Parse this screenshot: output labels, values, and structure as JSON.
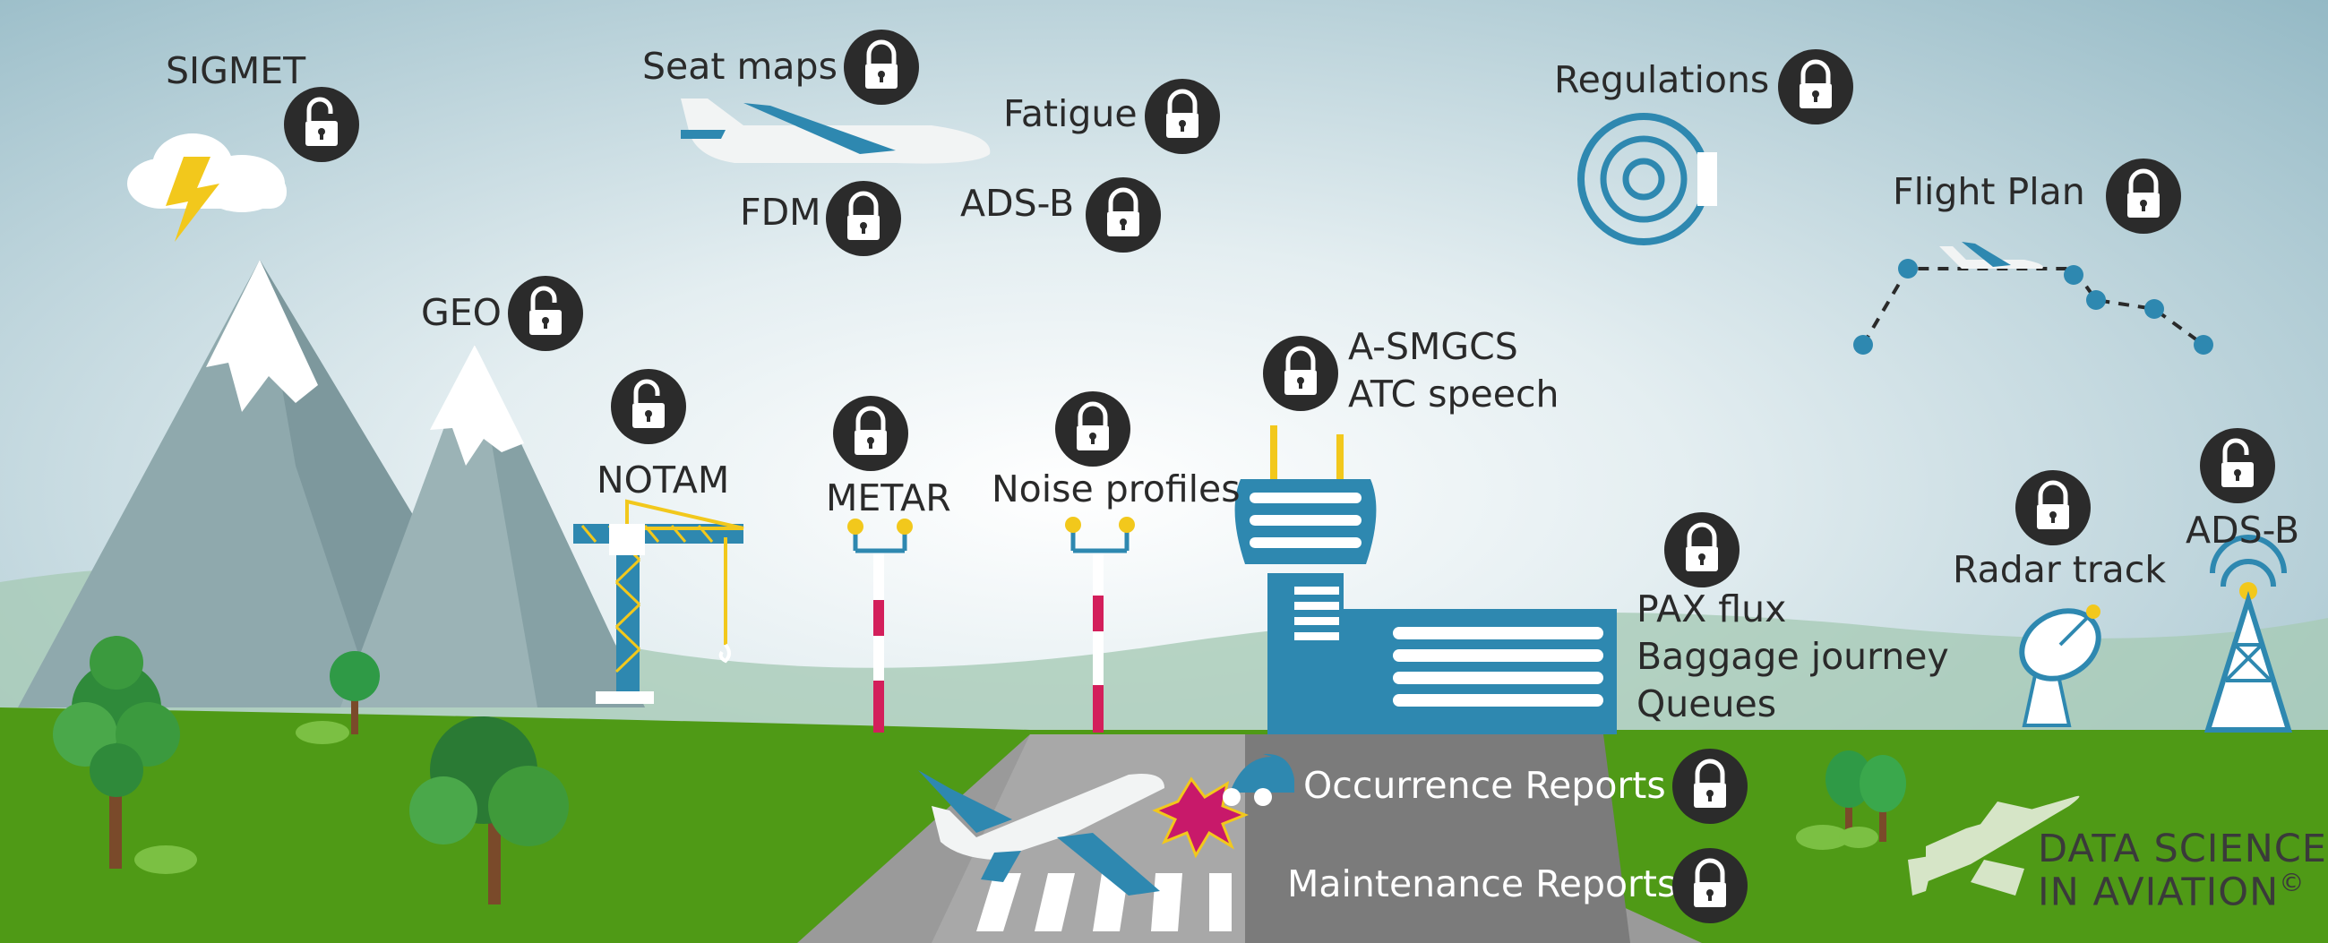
{
  "labels": {
    "sigmet": "SIGMET",
    "seat_maps": "Seat maps",
    "fatigue": "Fatigue",
    "fdm": "FDM",
    "ads_b_top": "ADS-B",
    "regulations": "Regulations",
    "flight_plan": "Flight Plan",
    "geo": "GEO",
    "notam": "NOTAM",
    "metar": "METAR",
    "noise_profiles": "Noise profiles",
    "a_smgcs": "A-SMGCS",
    "atc_speech": "ATC speech",
    "pax_flux": "PAX flux",
    "baggage_journey": "Baggage journey",
    "queues": "Queues",
    "radar_track": "Radar track",
    "ads_b_right": "ADS-B",
    "occurrence_reports": "Occurrence Reports",
    "maintenance_reports": "Maintenance Reports"
  },
  "brand": {
    "line1": "DATA SCIENCE",
    "line2": "IN AVIATION",
    "mark": "©"
  },
  "icons": {
    "lock_open": "open-padlock-icon",
    "lock_closed": "closed-padlock-icon"
  },
  "colors": {
    "sky_top": "#9fc1cc",
    "sky_glow": "#ffffff",
    "grass": "#4f9a16",
    "runway": "#9a9a9a",
    "accent_blue": "#2e88b0",
    "lock_dark": "#2b2b2b",
    "mountain": "#8fa9ad"
  }
}
